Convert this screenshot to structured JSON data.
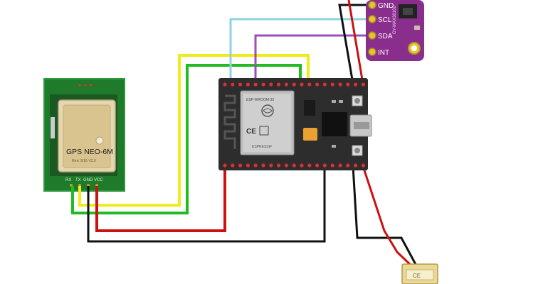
{
  "gps": {
    "title": "GPS NEO-6M",
    "pins": [
      "RX",
      "TX",
      "GND",
      "VCC"
    ],
    "small_text": "Rmt: 9/16-V2.0"
  },
  "esp": {
    "shield_text": "ESP-WROOM-32",
    "shield_sub": "ESPRESSIF"
  },
  "sensor": {
    "pins": [
      "GND",
      "SCL",
      "SDA",
      "INT"
    ],
    "side_text": "GY-MAX30100"
  },
  "battery": {
    "label": "CE"
  },
  "colors": {
    "yellow_wire": "#f2ea1a",
    "green_wire": "#22bb22",
    "red_wire": "#cc1111",
    "black_wire": "#111111",
    "blue_wire": "#8fd2e6",
    "purple_wire": "#9a4fb8",
    "gps_board": "#1e7a2a",
    "esp_board": "#2d2d2d",
    "sensor_board": "#8a2e8e"
  }
}
